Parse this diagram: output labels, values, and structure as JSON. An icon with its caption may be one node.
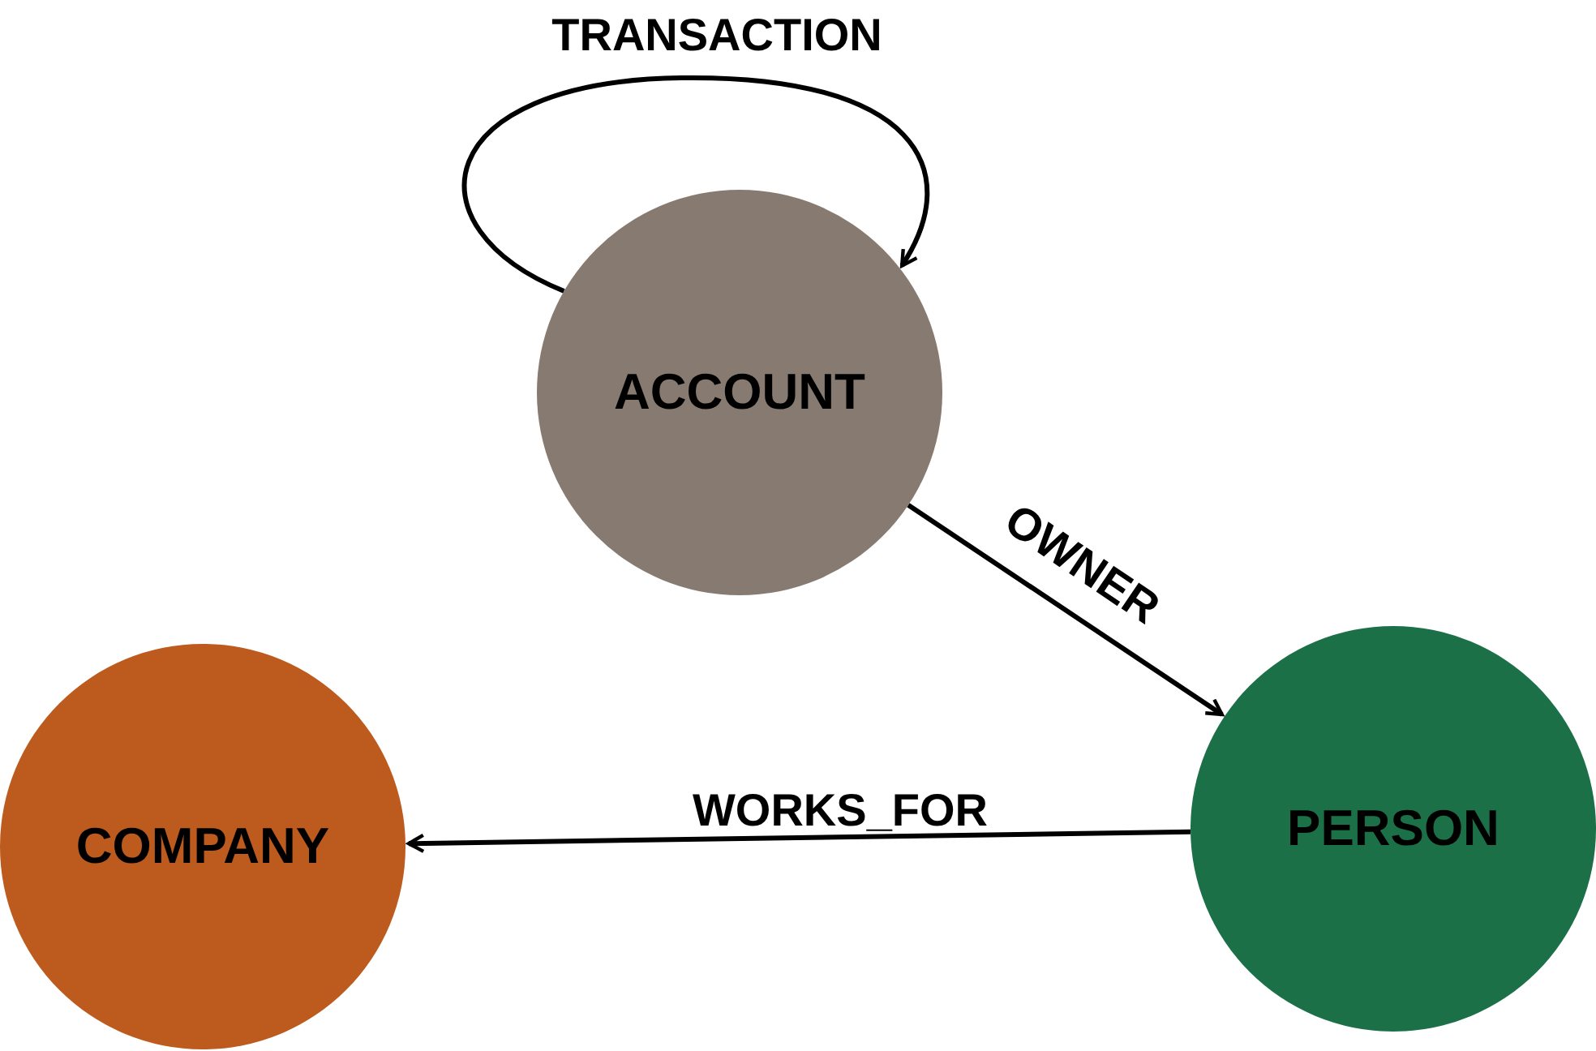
{
  "diagram": {
    "nodes": [
      {
        "text": [
          "ACCOUNT"
        ]
      },
      {
        "text": [
          "PERSON"
        ]
      },
      {
        "text": [
          "COMPANY"
        ]
      }
    ],
    "edges": [
      {
        "from": 0,
        "to": 0,
        "arrow": "to",
        "label": "TRANSACTION"
      },
      {
        "from": 0,
        "to": 1,
        "arrow": "to",
        "label": "OWNER"
      },
      {
        "from": 1,
        "to": 2,
        "arrow": "to",
        "label": "WORKS_FOR"
      }
    ]
  }
}
